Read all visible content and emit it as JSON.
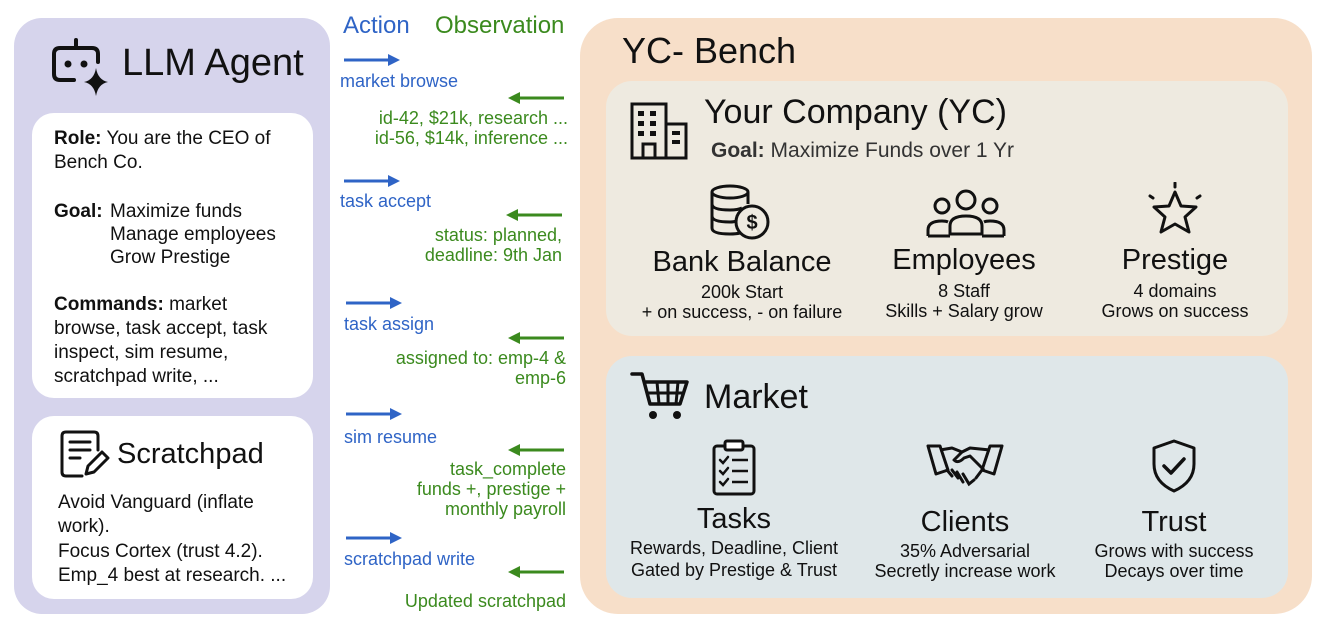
{
  "agent": {
    "title": "LLM Agent",
    "role_label": "Role:",
    "role_text_1": "You are the CEO of",
    "role_text_2": "Bench Co.",
    "goal_label": "Goal:",
    "goals": [
      "Maximize funds",
      "Manage employees",
      "Grow Prestige"
    ],
    "commands_label": "Commands:",
    "commands_lines": [
      "market",
      "browse, task accept, task",
      "inspect, sim resume,",
      "scratchpad write, ..."
    ],
    "scratchpad": {
      "title": "Scratchpad",
      "lines": [
        "Avoid Vanguard (inflate",
        "work).",
        "Focus Cortex (trust 4.2).",
        "Emp_4 best at research. ..."
      ]
    }
  },
  "flow": {
    "action_header": "Action",
    "observation_header": "Observation",
    "steps": [
      {
        "action": "market browse",
        "observation": [
          "id-42, $21k, research ...",
          "id-56, $14k,  inference ..."
        ]
      },
      {
        "action": "task accept",
        "observation": [
          "status: planned,",
          "deadline: 9th Jan"
        ]
      },
      {
        "action": "task assign",
        "observation": [
          "assigned to: emp-4 &",
          "emp-6"
        ]
      },
      {
        "action": "sim resume",
        "observation": [
          "task_complete",
          "funds +, prestige +",
          "monthly payroll"
        ]
      },
      {
        "action": "scratchpad write",
        "observation": [
          "Updated scratchpad"
        ]
      }
    ]
  },
  "bench": {
    "title": "YC- Bench",
    "company": {
      "title": "Your Company (YC)",
      "goal_label": "Goal:",
      "goal_text": "Maximize Funds over 1 Yr",
      "stats": [
        {
          "icon": "coins-icon",
          "title": "Bank Balance",
          "lines": [
            "200k Start",
            "+ on success, - on failure"
          ]
        },
        {
          "icon": "people-icon",
          "title": "Employees",
          "lines": [
            "8 Staff",
            "Skills + Salary grow"
          ]
        },
        {
          "icon": "star-icon",
          "title": "Prestige",
          "lines": [
            "4 domains",
            "Grows on success"
          ]
        }
      ]
    },
    "market": {
      "title": "Market",
      "stats": [
        {
          "icon": "checklist-icon",
          "title": "Tasks",
          "lines": [
            "Rewards, Deadline, Client",
            "Gated by Prestige & Trust"
          ]
        },
        {
          "icon": "handshake-icon",
          "title": "Clients",
          "lines": [
            "35% Adversarial",
            "Secretly increase work"
          ]
        },
        {
          "icon": "shield-check-icon",
          "title": "Trust",
          "lines": [
            "Grows with success",
            "Decays over time"
          ]
        }
      ]
    }
  },
  "colors": {
    "action": "#2f64c6",
    "observation": "#3b8a1e",
    "agent_panel": "#d6d4ec",
    "bench_panel": "#f7dfc9",
    "company_card": "#eeeae0",
    "market_card": "#dfe7e9"
  }
}
